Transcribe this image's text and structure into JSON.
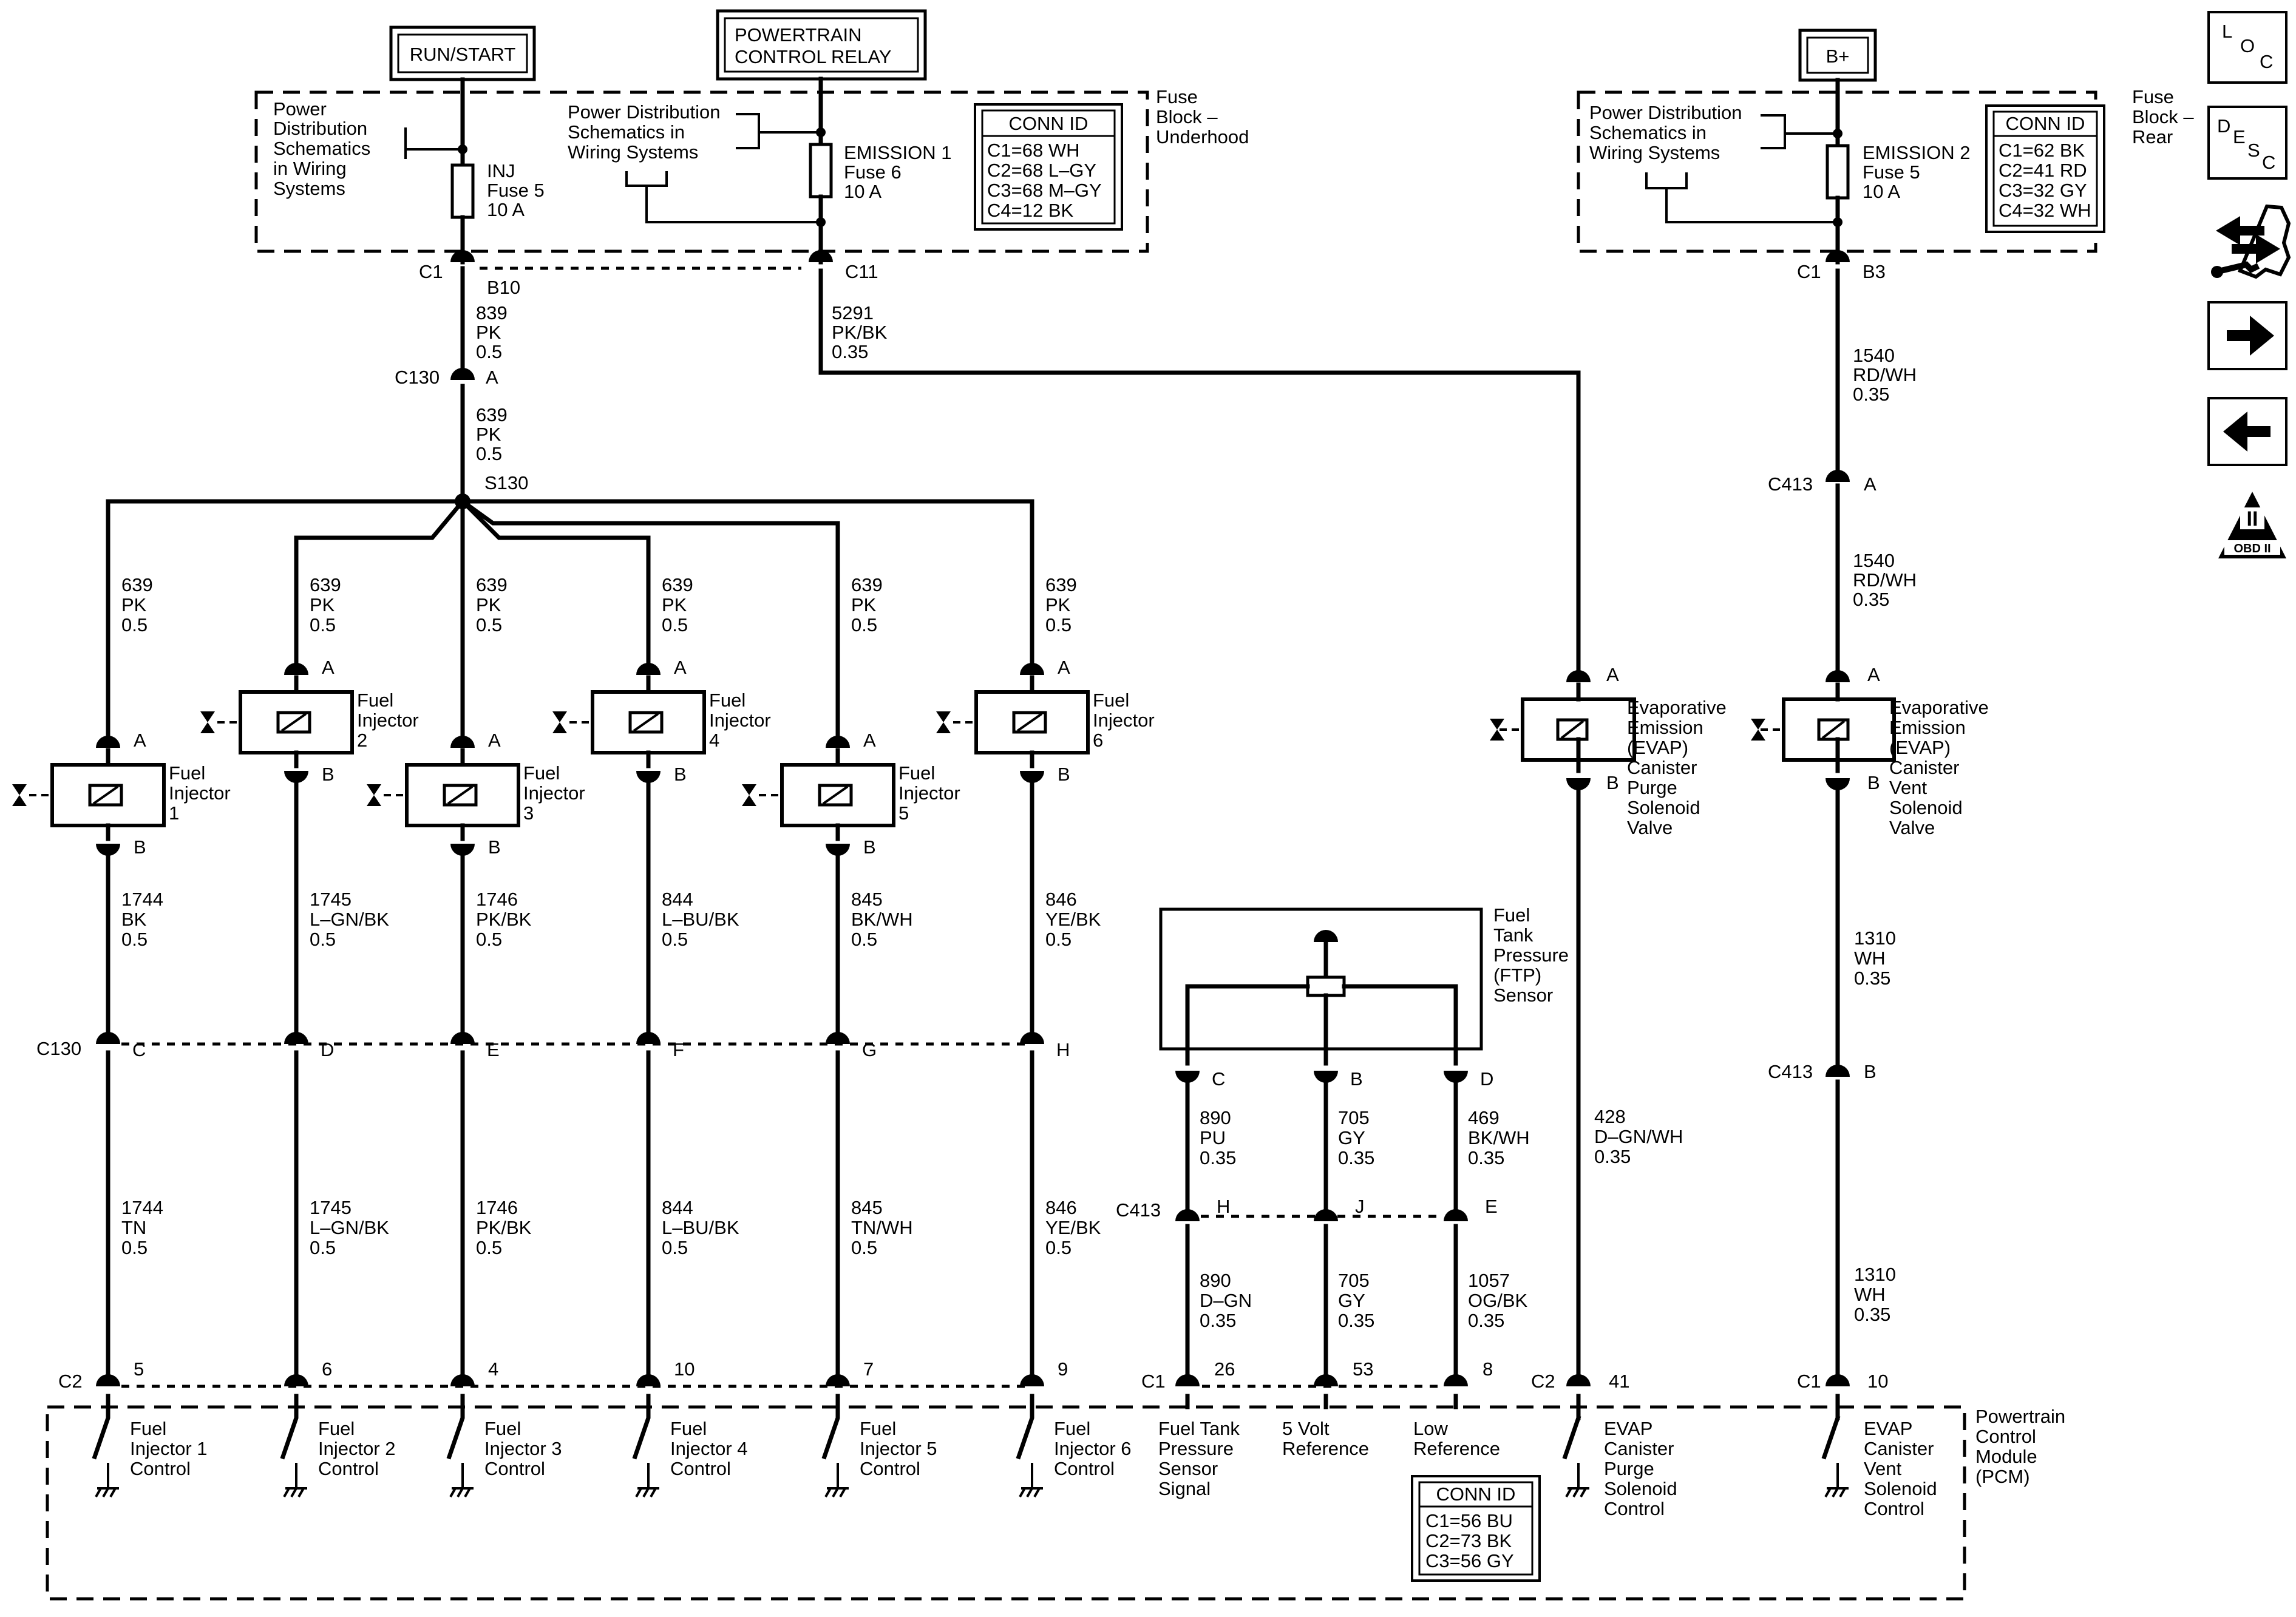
{
  "power_tags": {
    "run_start": "RUN/START",
    "pcr_l1": "POWERTRAIN",
    "pcr_l2": "CONTROL RELAY",
    "bplus": "B+"
  },
  "fuse_block_underhood": {
    "label": [
      "Fuse",
      "Block –",
      "Underhood"
    ],
    "ref_left": [
      "Power",
      "Distribution",
      "Schematics",
      "in Wiring",
      "Systems"
    ],
    "ref_mid": [
      "Power Distribution",
      "Schematics in",
      "Wiring Systems"
    ],
    "inj_fuse": [
      "INJ",
      "Fuse 5",
      "10 A"
    ],
    "em1_fuse": [
      "EMISSION 1",
      "Fuse 6",
      "10 A"
    ],
    "conn_title": "CONN ID",
    "conn": [
      "C1=68 WH",
      "C2=68 L–GY",
      "C3=68 M–GY",
      "C4=12 BK"
    ]
  },
  "fuse_block_rear": {
    "label": [
      "Fuse",
      "Block –",
      "Rear"
    ],
    "ref": [
      "Power Distribution",
      "Schematics in",
      "Wiring Systems"
    ],
    "em2_fuse": [
      "EMISSION 2",
      "Fuse 5",
      "10 A"
    ],
    "conn_title": "CONN ID",
    "conn": [
      "C1=62 BK",
      "C2=41 RD",
      "C3=32 GY",
      "C4=32 WH"
    ]
  },
  "upper_labels": {
    "c1_left": "C1",
    "b10": "B10",
    "c11": "C11",
    "w839": [
      "839",
      "PK",
      "0.5"
    ],
    "w5291": [
      "5291",
      "PK/BK",
      "0.35"
    ],
    "c130_top": "C130",
    "c130_top_a": "A",
    "w639_trunk": [
      "639",
      "PK",
      "0.5"
    ],
    "s130": "S130",
    "c1_right": "C1",
    "b3": "B3",
    "w1540a": [
      "1540",
      "RD/WH",
      "0.35"
    ],
    "c413_a": "C413",
    "c413_a_pin": "A",
    "w1540b": [
      "1540",
      "RD/WH",
      "0.35"
    ]
  },
  "injectors": [
    {
      "top_wire": [
        "639",
        "PK",
        "0.5"
      ],
      "name": [
        "Fuel",
        "Injector",
        "1"
      ],
      "pin_a": "A",
      "pin_b": "B",
      "mid_wire": [
        "1744",
        "BK",
        "0.5"
      ],
      "c130_pin": "C",
      "low_wire": [
        "1744",
        "TN",
        "0.5"
      ],
      "pcm_pin": "5",
      "pcm_label": [
        "Fuel",
        "Injector 1",
        "Control"
      ]
    },
    {
      "top_wire": [
        "639",
        "PK",
        "0.5"
      ],
      "name": [
        "Fuel",
        "Injector",
        "2"
      ],
      "pin_a": "A",
      "pin_b": "B",
      "mid_wire": [
        "1745",
        "L–GN/BK",
        "0.5"
      ],
      "c130_pin": "D",
      "low_wire": [
        "1745",
        "L–GN/BK",
        "0.5"
      ],
      "pcm_pin": "6",
      "pcm_label": [
        "Fuel",
        "Injector 2",
        "Control"
      ]
    },
    {
      "top_wire": [
        "639",
        "PK",
        "0.5"
      ],
      "name": [
        "Fuel",
        "Injector",
        "3"
      ],
      "pin_a": "A",
      "pin_b": "B",
      "mid_wire": [
        "1746",
        "PK/BK",
        "0.5"
      ],
      "c130_pin": "E",
      "low_wire": [
        "1746",
        "PK/BK",
        "0.5"
      ],
      "pcm_pin": "4",
      "pcm_label": [
        "Fuel",
        "Injector 3",
        "Control"
      ]
    },
    {
      "top_wire": [
        "639",
        "PK",
        "0.5"
      ],
      "name": [
        "Fuel",
        "Injector",
        "4"
      ],
      "pin_a": "A",
      "pin_b": "B",
      "mid_wire": [
        "844",
        "L–BU/BK",
        "0.5"
      ],
      "c130_pin": "F",
      "low_wire": [
        "844",
        "L–BU/BK",
        "0.5"
      ],
      "pcm_pin": "10",
      "pcm_label": [
        "Fuel",
        "Injector 4",
        "Control"
      ]
    },
    {
      "top_wire": [
        "639",
        "PK",
        "0.5"
      ],
      "name": [
        "Fuel",
        "Injector",
        "5"
      ],
      "pin_a": "A",
      "pin_b": "B",
      "mid_wire": [
        "845",
        "BK/WH",
        "0.5"
      ],
      "c130_pin": "G",
      "low_wire": [
        "845",
        "TN/WH",
        "0.5"
      ],
      "pcm_pin": "7",
      "pcm_label": [
        "Fuel",
        "Injector 5",
        "Control"
      ]
    },
    {
      "top_wire": [
        "639",
        "PK",
        "0.5"
      ],
      "name": [
        "Fuel",
        "Injector",
        "6"
      ],
      "pin_a": "A",
      "pin_b": "B",
      "mid_wire": [
        "846",
        "YE/BK",
        "0.5"
      ],
      "c130_pin": "H",
      "low_wire": [
        "846",
        "YE/BK",
        "0.5"
      ],
      "pcm_pin": "9",
      "pcm_label": [
        "Fuel",
        "Injector 6",
        "Control"
      ]
    }
  ],
  "c130_low": "C130",
  "c2_left": "C2",
  "ftp": {
    "name": [
      "Fuel",
      "Tank",
      "Pressure",
      "(FTP)",
      "Sensor"
    ],
    "pins": [
      "C",
      "B",
      "D"
    ],
    "upper_wires": [
      [
        "890",
        "PU",
        "0.35"
      ],
      [
        "705",
        "GY",
        "0.35"
      ],
      [
        "469",
        "BK/WH",
        "0.35"
      ]
    ],
    "c413": "C413",
    "c413_pins": [
      "H",
      "J",
      "E"
    ],
    "lower_wires": [
      [
        "890",
        "D–GN",
        "0.35"
      ],
      [
        "705",
        "GY",
        "0.35"
      ],
      [
        "1057",
        "OG/BK",
        "0.35"
      ]
    ],
    "c1": "C1",
    "pcm_pins": [
      "26",
      "53",
      "8"
    ],
    "pcm_labels": [
      [
        "Fuel Tank",
        "Pressure",
        "Sensor",
        "Signal"
      ],
      [
        "5 Volt",
        "Reference"
      ],
      [
        "Low",
        "Reference"
      ]
    ]
  },
  "evap_purge": {
    "name": [
      "Evaporative",
      "Emission",
      "(EVAP)",
      "Canister",
      "Purge",
      "Solenoid",
      "Valve"
    ],
    "pin_a": "A",
    "pin_b": "B",
    "wire": [
      "428",
      "D–GN/WH",
      "0.35"
    ],
    "c2": "C2",
    "pcm_pin": "41",
    "pcm_label": [
      "EVAP",
      "Canister",
      "Purge",
      "Solenoid",
      "Control"
    ]
  },
  "evap_vent": {
    "name": [
      "Evaporative",
      "Emission",
      "(EVAP)",
      "Canister",
      "Vent",
      "Solenoid",
      "Valve"
    ],
    "pin_a": "A",
    "pin_b": "B",
    "wire1": [
      "1310",
      "WH",
      "0.35"
    ],
    "c413": "C413",
    "c413_pin": "B",
    "wire2": [
      "1310",
      "WH",
      "0.35"
    ],
    "c1": "C1",
    "pcm_pin": "10",
    "pcm_label": [
      "EVAP",
      "Canister",
      "Vent",
      "Solenoid",
      "Control"
    ]
  },
  "pcm": {
    "label": [
      "Powertrain",
      "Control",
      "Module",
      "(PCM)"
    ],
    "conn_title": "CONN ID",
    "conn": [
      "C1=56 BU",
      "C2=73 BK",
      "C3=56 GY"
    ]
  },
  "nav": {
    "loc": [
      "L",
      "O",
      "C"
    ],
    "desc": [
      "D",
      "E",
      "S",
      "C"
    ],
    "diag_icon": "diagnostic-arrows-wrench-icon",
    "next_icon": "arrow-right-icon",
    "prev_icon": "arrow-left-icon",
    "obd": [
      "II",
      "OBD II"
    ]
  }
}
